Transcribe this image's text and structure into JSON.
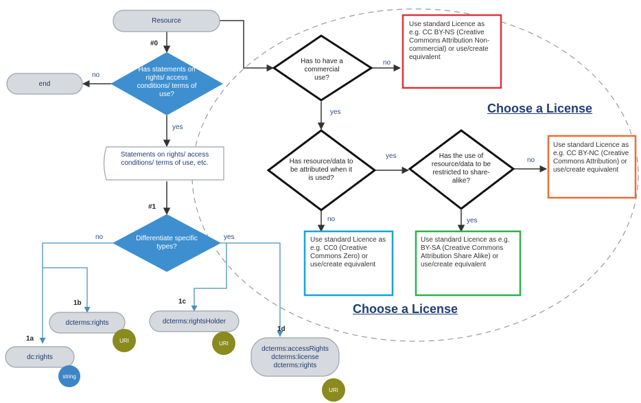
{
  "flow": {
    "resource": "Resource",
    "end": "end",
    "q0": "Has statements on rights/ access conditions/ terms of use?",
    "statements": "Statements on rights/ access conditions/ terms of use, etc.",
    "q1": "Differentiate specific types?",
    "hash0": "#0",
    "hash1": "#1",
    "no": "no",
    "yes": "yes",
    "label_1a": "1a",
    "label_1b": "1b",
    "label_1c": "1c",
    "label_1d": "1d",
    "dc_rights": "dc:rights",
    "dcterms_rights": "dcterms:rights",
    "dcterms_rightsholder": "dcterms:rightsHolder",
    "dcterms_access_1": "dcterms:accessRights",
    "dcterms_access_2": "dcterms:license",
    "dcterms_access_3": "dcterms:rights",
    "string": "string",
    "uri": "URI"
  },
  "license": {
    "choose_top": "Choose a License",
    "choose_bottom": "Choose a License",
    "q_commercial": "Has to have a commercial use?",
    "q_attribution": "Has resource/data to be attributed when it is used?",
    "q_sharealike": "Has the use of resource/data to be restricted to share-alike?",
    "box_nc": "Use standard Licence as e.g. CC BY-NS (Creative Commons Attribution Non-commercial) or use/create equivalent",
    "box_by": "Use standard Licence as e.g. CC BY-NC (Creative Commons Attribution) or use/create equivalent",
    "box_cc0": "Use standard Licence as e.g. CC0 (Creative Commons Zero) or use/create equivalent",
    "box_sa": "Use standard Licence as e.g. BY-SA (Creative Commons Attribution Share Alike) or use/create equivalent"
  },
  "colors": {
    "pill_fill": "#d6d9de",
    "pill_stroke": "#9aa3ad",
    "blue_diamond": "#3d8fd0",
    "olive_circle": "#8a8a1e",
    "blue_circle": "#3d85c6",
    "box_red": "#d9343e",
    "box_orange": "#ef6c35",
    "box_cyan": "#17a3d6",
    "box_green": "#2bb24c",
    "line_blue": "#4a90b8",
    "dashed": "#999999"
  }
}
